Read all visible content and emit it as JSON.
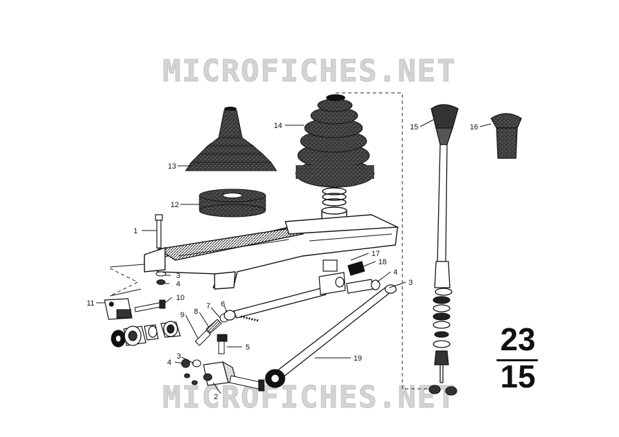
{
  "watermark": {
    "top": "MICROFICHES.NET",
    "bottom": "MICROFICHES.NET"
  },
  "page_number": {
    "top": "23",
    "bottom": "15"
  },
  "callouts": [
    "1",
    "2",
    "3",
    "3",
    "4",
    "4",
    "5",
    "6",
    "7",
    "8",
    "9",
    "10",
    "11",
    "12",
    "13",
    "14",
    "15",
    "16",
    "17",
    "18",
    "19",
    "3",
    "4"
  ],
  "colors": {
    "ink": "#111111",
    "watermark": "#d4d4d4",
    "rubber": "#2a2a2a"
  }
}
